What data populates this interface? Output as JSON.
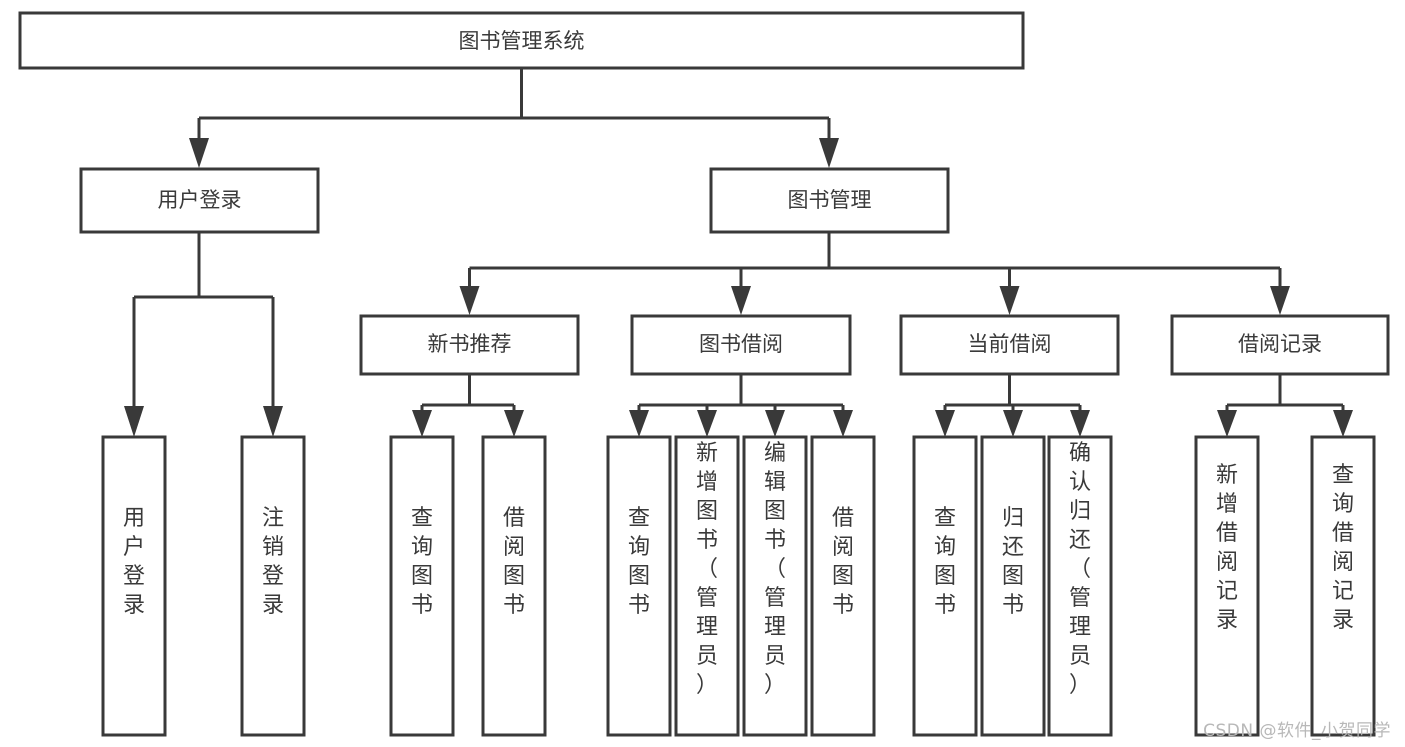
{
  "diagram": {
    "kind": "tree-hierarchy-chart",
    "title": "图书管理系统",
    "colors": {
      "stroke": "#393939",
      "box_fill": "#ffffff",
      "text": "#3a3a3a",
      "background": "#ffffff",
      "watermark": "#b8b8b8"
    },
    "root": {
      "label": "图书管理系统"
    },
    "level2": [
      {
        "label": "用户登录"
      },
      {
        "label": "图书管理"
      }
    ],
    "level3": [
      {
        "label": "新书推荐"
      },
      {
        "label": "图书借阅"
      },
      {
        "label": "当前借阅"
      },
      {
        "label": "借阅记录"
      }
    ],
    "leaves": {
      "user_login": [
        {
          "label": "用户登录"
        },
        {
          "label": "注销登录"
        }
      ],
      "new_book_recommend": [
        {
          "label": "查询图书"
        },
        {
          "label": "借阅图书"
        }
      ],
      "book_borrow": [
        {
          "label": "查询图书"
        },
        {
          "label": "新增图书（管理员）"
        },
        {
          "label": "编辑图书（管理员）"
        },
        {
          "label": "借阅图书"
        }
      ],
      "current_borrow": [
        {
          "label": "查询图书"
        },
        {
          "label": "归还图书"
        },
        {
          "label": "确认归还（管理员）"
        }
      ],
      "borrow_record": [
        {
          "label": "新增借阅记录"
        },
        {
          "label": "查询借阅记录"
        }
      ]
    }
  },
  "watermark": {
    "text": "CSDN @软件_小贺同学"
  }
}
